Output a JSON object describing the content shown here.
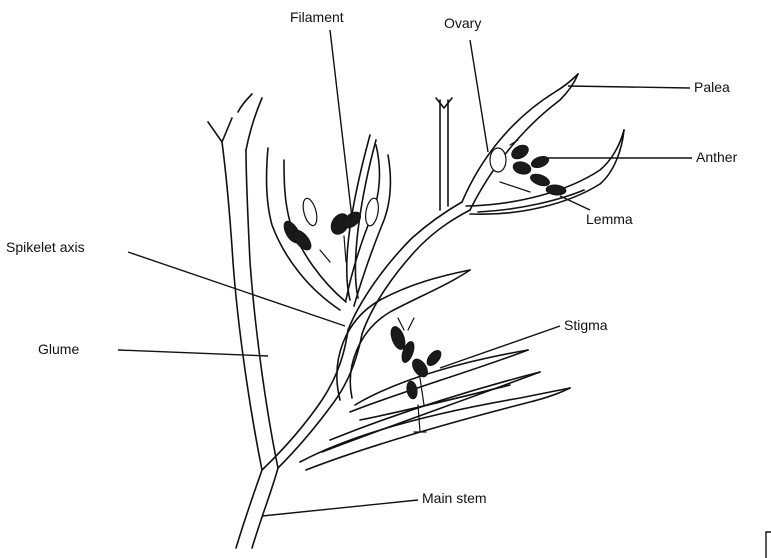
{
  "labels": {
    "filament": "Filament",
    "ovary": "Ovary",
    "palea": "Palea",
    "anther": "Anther",
    "lemma": "Lemma",
    "spikelet_axis": "Spikelet axis",
    "stigma": "Stigma",
    "glume": "Glume",
    "main_stem": "Main stem"
  }
}
